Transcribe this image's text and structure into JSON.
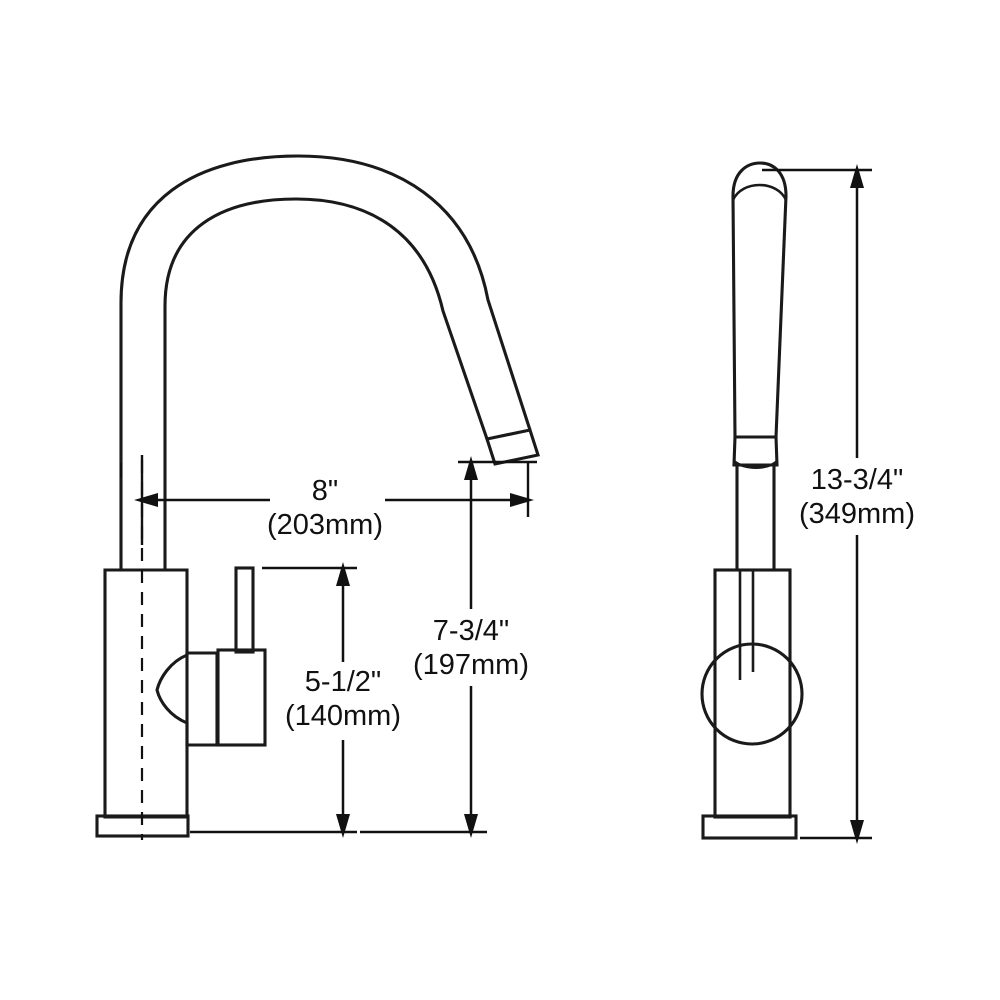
{
  "drawing": {
    "title": "Kitchen Faucet Dimensional Drawing",
    "background_color": "#ffffff",
    "line_color": "#1a1a1a",
    "text_color": "#111111",
    "views": [
      {
        "name": "front-elevation",
        "label": ""
      },
      {
        "name": "side-elevation",
        "label": ""
      }
    ]
  },
  "dimensions": {
    "spout_reach": {
      "name": "spout-reach",
      "imperial": "8\"",
      "metric": "(203mm)",
      "orientation": "horizontal"
    },
    "handle_height": {
      "name": "handle-height",
      "imperial": "5-1/2\"",
      "metric": "(140mm)",
      "orientation": "vertical"
    },
    "spout_height": {
      "name": "spout-outlet-height",
      "imperial": "7-3/4\"",
      "metric": "(197mm)",
      "orientation": "vertical"
    },
    "overall_height": {
      "name": "overall-height",
      "imperial": "13-3/4\"",
      "metric": "(349mm)",
      "orientation": "vertical"
    }
  }
}
